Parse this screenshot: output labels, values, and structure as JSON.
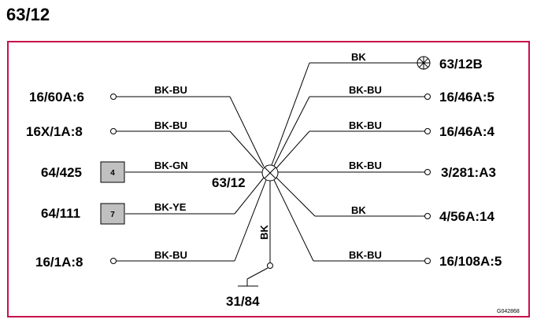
{
  "title": "63/12",
  "center_label": "63/12",
  "ground": {
    "label": "31/84",
    "wire": "BK"
  },
  "lamp": {
    "label": "63/12B",
    "wire": "BK"
  },
  "left": [
    {
      "label": "16/60A:6",
      "wire": "BK-BU"
    },
    {
      "label": "16X/1A:8",
      "wire": "BK-BU"
    },
    {
      "label": "64/425",
      "wire": "BK-GN",
      "pin": "4"
    },
    {
      "label": "64/111",
      "wire": "BK-YE",
      "pin": "7"
    },
    {
      "label": "16/1A:8",
      "wire": "BK-BU"
    }
  ],
  "right": [
    {
      "label": "16/46A:5",
      "wire": "BK-BU"
    },
    {
      "label": "16/46A:4",
      "wire": "BK-BU"
    },
    {
      "label": "3/281:A3",
      "wire": "BK-BU"
    },
    {
      "label": "4/56A:14",
      "wire": "BK"
    },
    {
      "label": "16/108A:5",
      "wire": "BK-BU"
    }
  ],
  "drawing_code": "G042868",
  "colors": {
    "frame": "#c8104a",
    "pin_fill": "#c0c0c0",
    "ink": "#000000"
  }
}
